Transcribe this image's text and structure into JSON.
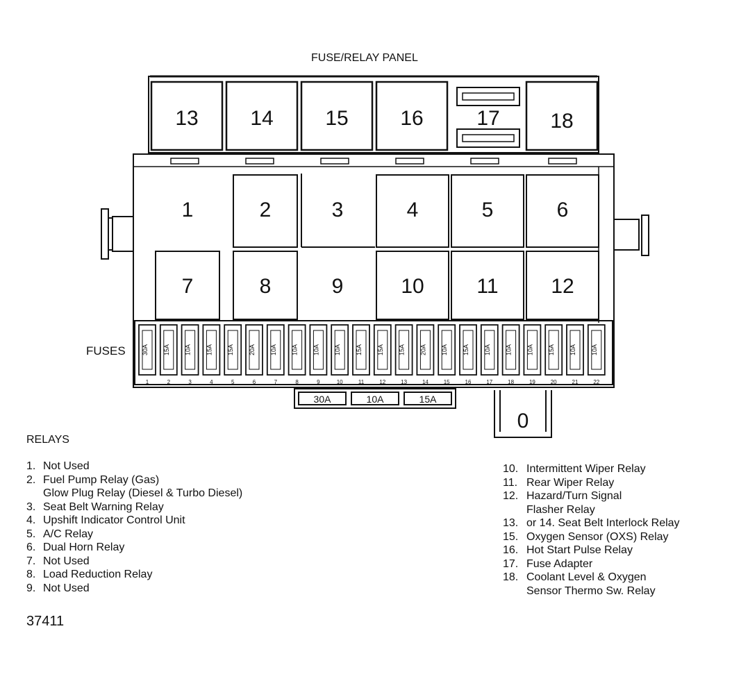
{
  "panel_title": "FUSE/RELAY PANEL",
  "fuses_label": "FUSES",
  "relays_heading": "RELAYS",
  "figure_number": "37411",
  "top_relays": [
    "13",
    "14",
    "15",
    "16",
    "17",
    "18"
  ],
  "grid_row1": [
    "1",
    "2",
    "3",
    "4",
    "5",
    "6"
  ],
  "grid_row2": [
    "7",
    "8",
    "9",
    "10",
    "11",
    "12"
  ],
  "fuse_ratings": [
    "30A",
    "15A",
    "10A",
    "15A",
    "15A",
    "20A",
    "10A",
    "10A",
    "10A",
    "10A",
    "15A",
    "15A",
    "15A",
    "20A",
    "10A",
    "15A",
    "10A",
    "10A",
    "10A",
    "15A",
    "10A",
    "10A"
  ],
  "fuse_numbers": [
    "1",
    "2",
    "3",
    "4",
    "5",
    "6",
    "7",
    "8",
    "9",
    "10",
    "11",
    "12",
    "13",
    "14",
    "15",
    "16",
    "17",
    "18",
    "19",
    "20",
    "21",
    "22"
  ],
  "bottom_fuses": [
    "30A",
    "10A",
    "15A"
  ],
  "bottom_connector": "0",
  "legend_left": [
    {
      "num": "1.",
      "text": "Not Used"
    },
    {
      "num": "2.",
      "text": "Fuel Pump Relay (Gas)"
    },
    {
      "num": "",
      "text": "Glow Plug Relay (Diesel & Turbo Diesel)"
    },
    {
      "num": "3.",
      "text": "Seat Belt Warning Relay"
    },
    {
      "num": "4.",
      "text": "Upshift Indicator Control Unit"
    },
    {
      "num": "5.",
      "text": "A/C Relay"
    },
    {
      "num": "6.",
      "text": "Dual Horn Relay"
    },
    {
      "num": "7.",
      "text": "Not Used"
    },
    {
      "num": "8.",
      "text": "Load Reduction Relay"
    },
    {
      "num": "9.",
      "text": "Not Used"
    }
  ],
  "legend_right": [
    {
      "num": "10.",
      "text": "Intermittent Wiper Relay"
    },
    {
      "num": "11.",
      "text": "Rear Wiper Relay"
    },
    {
      "num": "12.",
      "text": "Hazard/Turn Signal"
    },
    {
      "num": "",
      "text": "Flasher Relay"
    },
    {
      "num": "13.",
      "text": "or 14.  Seat Belt Interlock Relay"
    },
    {
      "num": "15.",
      "text": "Oxygen Sensor (OXS) Relay"
    },
    {
      "num": "16.",
      "text": "Hot Start Pulse Relay"
    },
    {
      "num": "17.",
      "text": "Fuse Adapter"
    },
    {
      "num": "18.",
      "text": "Coolant Level & Oxygen"
    },
    {
      "num": "",
      "text": "Sensor Thermo Sw. Relay"
    }
  ]
}
